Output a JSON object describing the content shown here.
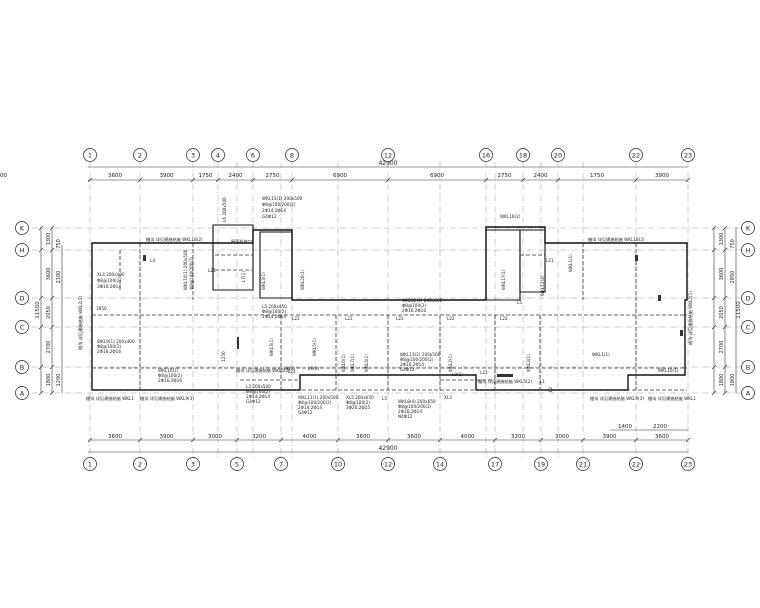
{
  "axes": {
    "top": [
      "1",
      "2",
      "3",
      "4",
      "6",
      "8",
      "12",
      "16",
      "18",
      "20",
      "22",
      "23"
    ],
    "bottom": [
      "1",
      "2",
      "3",
      "5",
      "7",
      "10",
      "12",
      "14",
      "17",
      "19",
      "21",
      "22",
      "23"
    ],
    "left": [
      "K",
      "H",
      "D",
      "C",
      "B",
      "A"
    ],
    "right": [
      "K",
      "H",
      "D",
      "C",
      "B",
      "A"
    ]
  },
  "dims": {
    "top_overall": "42900",
    "top_segments": [
      "3600",
      "3900",
      "1750",
      "2400",
      "2750",
      "6900",
      "6900",
      "2750",
      "2400",
      "1750",
      "3900",
      "3600"
    ],
    "bottom_overall": "42900",
    "bottom_segments": [
      "3600",
      "3900",
      "3000",
      "3200",
      "4000",
      "3600",
      "3600",
      "4000",
      "3200",
      "3000",
      "3900",
      "3600"
    ],
    "bottom_sub": [
      "1400",
      "2200"
    ],
    "left_overall": "11500",
    "left_segments": [
      "1300",
      "3600",
      "2050",
      "2700",
      "1800"
    ],
    "left_sub": [
      "750",
      "2100",
      "1200"
    ],
    "right_overall": "11500",
    "right_segments": [
      "1300",
      "3600",
      "2050",
      "2700",
      "1800"
    ],
    "right_sub": [
      "750",
      "2850",
      "1800"
    ]
  },
  "labels": {
    "wkl15": "WKL15(1) 200x500",
    "wkl15_b": "Φ8@100/200(2)",
    "wkl15_c": "2Φ14;2Φ14",
    "wkl15_d": "G4Φ12",
    "l6": "L6 200x500",
    "l7": "L7(1)",
    "l4": "L4",
    "xl4": "XL4 200x400",
    "xl4_b": "Φ8@100(2)",
    "xl4_c": "3Φ16;2Φ14",
    "wkl10a": "WKL10(1) 200x500",
    "wkl10a_b": "Φ8@100/200(2)",
    "wkl10b": "WKL10(1)",
    "l5_left": "L5 200x450",
    "l5_left_b": "Φ8@100(2)",
    "l5_left_c": "2Φ14;2Φ14",
    "wkl9": "WKL9(1) 200x400",
    "wkl9_b": "Φ8@100(2)",
    "wkl9_c": "2Φ16;2Φ16",
    "l3": "L3 200x500",
    "l3_b": "Φ8@100(2)",
    "l3_c": "2Φ14;2Φ14",
    "l3_d": "G4Φ12",
    "wkl12": "WKL12(4) 200x600",
    "wkl12_b": "Φ8@100(2)",
    "wkl12_c": "2Φ16;2Φ16",
    "wkl11": "WKL11(1) 200x500",
    "wkl11_b": "Φ8@100/200(2)",
    "wkl11_c": "2Φ14;2Φ14",
    "wkl11_d": "G4Φ12",
    "xl5": "XL5 200x650",
    "xl5_b": "Φ8@100(2)",
    "xl5_c": "3Φ20;2Φ25",
    "wkl8": "WKL8(4) 200x650",
    "wkl8_b": "Φ8@100/200(2)",
    "wkl8_c": "2Φ16;2Φ14",
    "wkl8_d": "N4Φ12",
    "wkl13": "WKL13(2) 200x500",
    "wkl13_b": "Φ8@100/200(2)",
    "wkl13_c": "2Φ16;2Φ14",
    "wkl13_d": "G4Φ12",
    "wkl1": "WKL1(1)",
    "wkl5": "WKL5(1)",
    "wkl7": "WKL7(1)",
    "wkl20": "WKL20(1)",
    "wkl3": "WKL3(1)",
    "wkl6": "WKL6(1)",
    "wkl4": "WKL4(1)",
    "wkl2": "WKL2(1)",
    "wkl16": "WKL16(2)",
    "wkl17": "WKL17(1)",
    "wkl10": "WKL10(1)",
    "l21": "L21",
    "l22": "L22",
    "l1": "L1",
    "l2": "L2",
    "l8": "L8(1)",
    "l9": "L9(1)",
    "xl3": "XL3",
    "l5_mid": "L5",
    "wkl12b": "WKL12(4)",
    "d1850": "1850",
    "d1250": "1250",
    "edge_l1": "檐沟 详见建施结施 WKL18(2)",
    "edge_r1": "檐沟 详见建施结施 WKL18(2)",
    "edge_bl": "檐沟 详见建施结施 WKL9(3)",
    "edge_bl2": "檐沟 详见建施结施 WKL1",
    "edge_bm": "檐沟 详见建施结施 WKL5(2)",
    "edge_br": "檐沟 详见建施结施 WKL5(2)",
    "edge_br2": "檐沟 详见建施结施 WKL9(3)",
    "edge_br3": "檐沟 详见建施结施 WKL1",
    "side_l": "檐沟 详见建施结施 WKL2(1)",
    "side_r": "檐沟 详见建施结施 WKL2(1)",
    "room": "屋面检修口"
  }
}
